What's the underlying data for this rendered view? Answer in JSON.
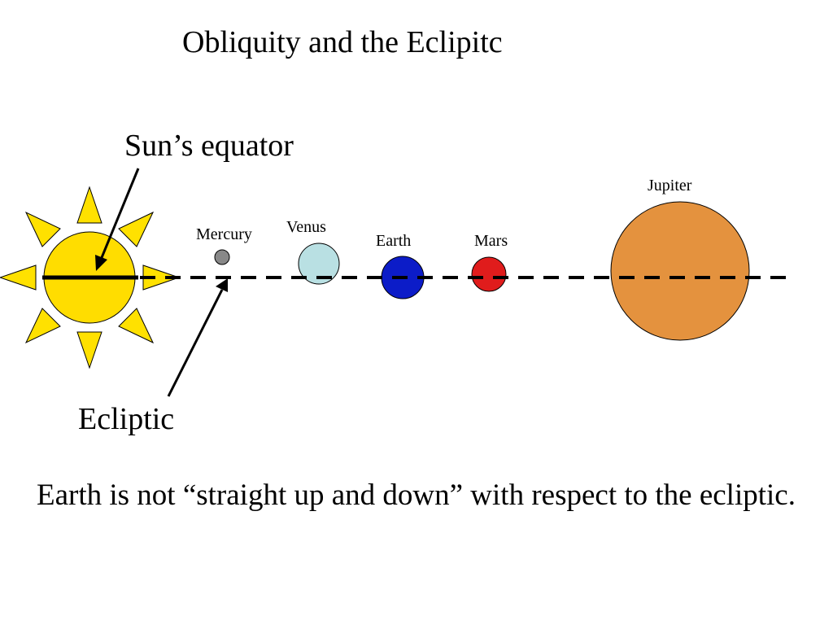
{
  "title": "Obliquity and the Eclipitc",
  "sun_equator_label": "Sun’s equator",
  "ecliptic_label": "Ecliptic",
  "caption": "Earth is not “straight up and down” with respect to the ecliptic.",
  "planets": [
    {
      "name": "Mercury",
      "color": "#888888"
    },
    {
      "name": "Venus",
      "color": "#b9e0e3"
    },
    {
      "name": "Earth",
      "color": "#0c1cc8"
    },
    {
      "name": "Mars",
      "color": "#e01c1c"
    },
    {
      "name": "Jupiter",
      "color": "#e4923e"
    }
  ],
  "colors": {
    "sun": "#ffdd00",
    "sun_ray": "#ffe100",
    "outline": "#000000"
  }
}
